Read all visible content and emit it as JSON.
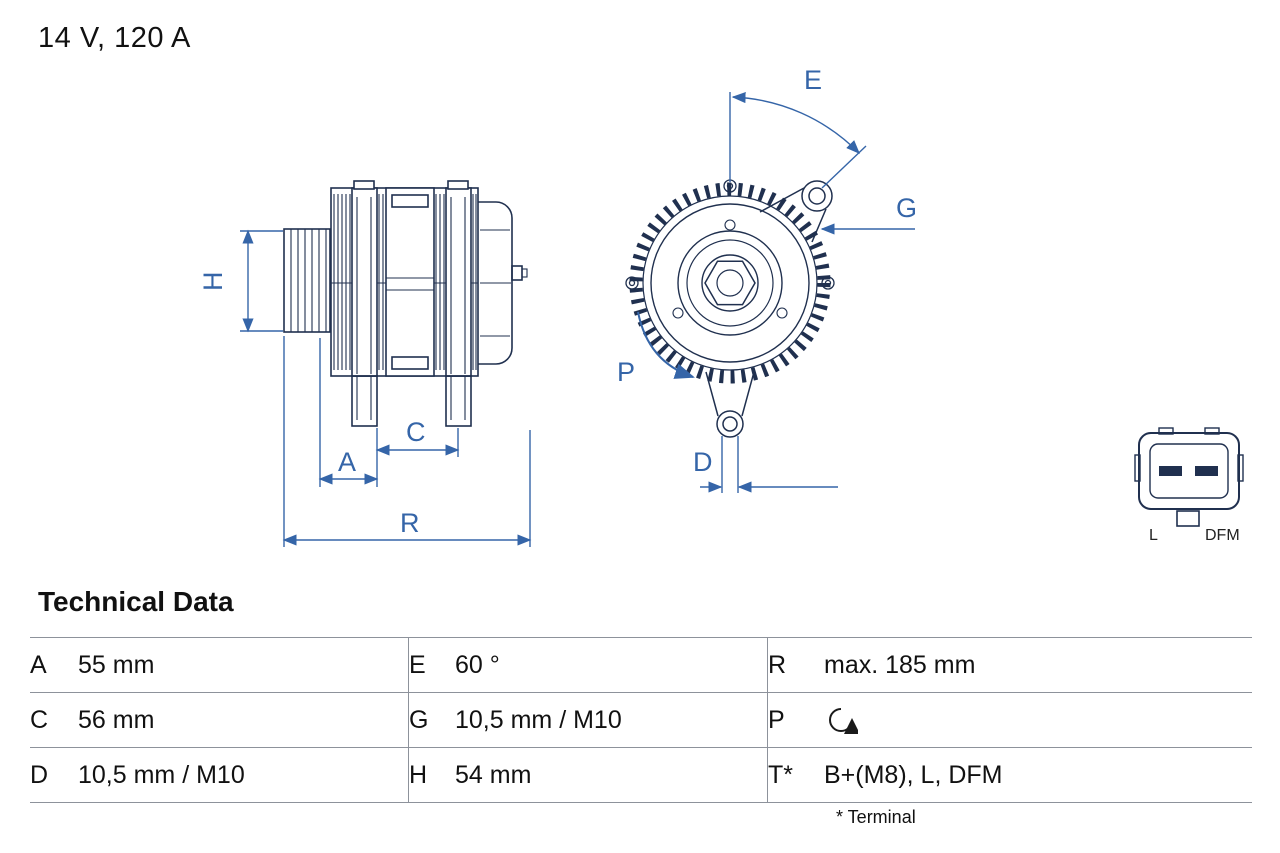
{
  "title": "14 V, 120 A",
  "drawing": {
    "dimension_labels": {
      "H": "H",
      "A": "A",
      "C": "C",
      "R": "R",
      "E": "E",
      "G": "G",
      "P": "P",
      "D": "D"
    },
    "connector": {
      "pin_left": "L",
      "pin_right": "DFM"
    }
  },
  "technical_data": {
    "heading": "Technical Data",
    "rows": [
      [
        {
          "key": "A",
          "value": "55 mm"
        },
        {
          "key": "E",
          "value": "60 °"
        },
        {
          "key": "R",
          "value": "max. 185 mm"
        }
      ],
      [
        {
          "key": "C",
          "value": "56 mm"
        },
        {
          "key": "G",
          "value": "10,5 mm / M10"
        },
        {
          "key": "P",
          "value": "",
          "icon": "counterclockwise-rotation"
        }
      ],
      [
        {
          "key": "D",
          "value": "10,5 mm / M10"
        },
        {
          "key": "H",
          "value": "54 mm"
        },
        {
          "key": "T*",
          "value": "B+(M8), L, DFM"
        }
      ]
    ],
    "footnote": "* Terminal"
  },
  "colors": {
    "dimension_blue": "#3565a8",
    "line_dark": "#20304f",
    "table_border": "#8d929b"
  }
}
